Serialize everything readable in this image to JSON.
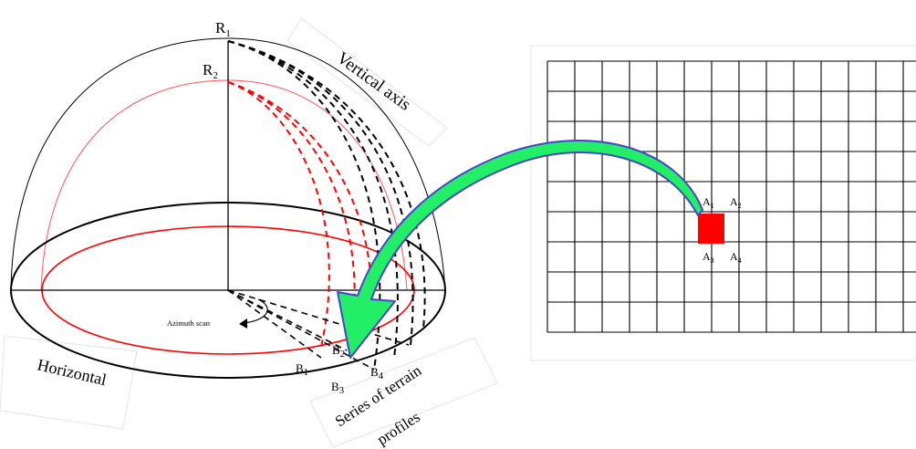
{
  "labels": {
    "r": "R",
    "r1_sub": "1",
    "r2_sub": "2",
    "vertical_axis": "Vertical axis",
    "horizontal": "Horizontal",
    "azimuth_scan": "Azimuth scan",
    "series_line1": "Series of terrain",
    "series_line2": "profiles",
    "b": "B",
    "b1_sub": "1",
    "b2_sub": "2",
    "b3_sub": "3",
    "b4_sub": "4",
    "a": "A",
    "a1_sub": "1",
    "a2_sub": "2",
    "a3_sub": "3",
    "a4_sub": "4"
  },
  "grid": {
    "cols": 13,
    "rows": 9
  },
  "colors": {
    "highlight_cell": "#ff0000",
    "arrow_fill": "#22ee66",
    "arrow_border": "#4444cc",
    "red_profiles": "#ff0000",
    "black_profiles": "#000000"
  }
}
